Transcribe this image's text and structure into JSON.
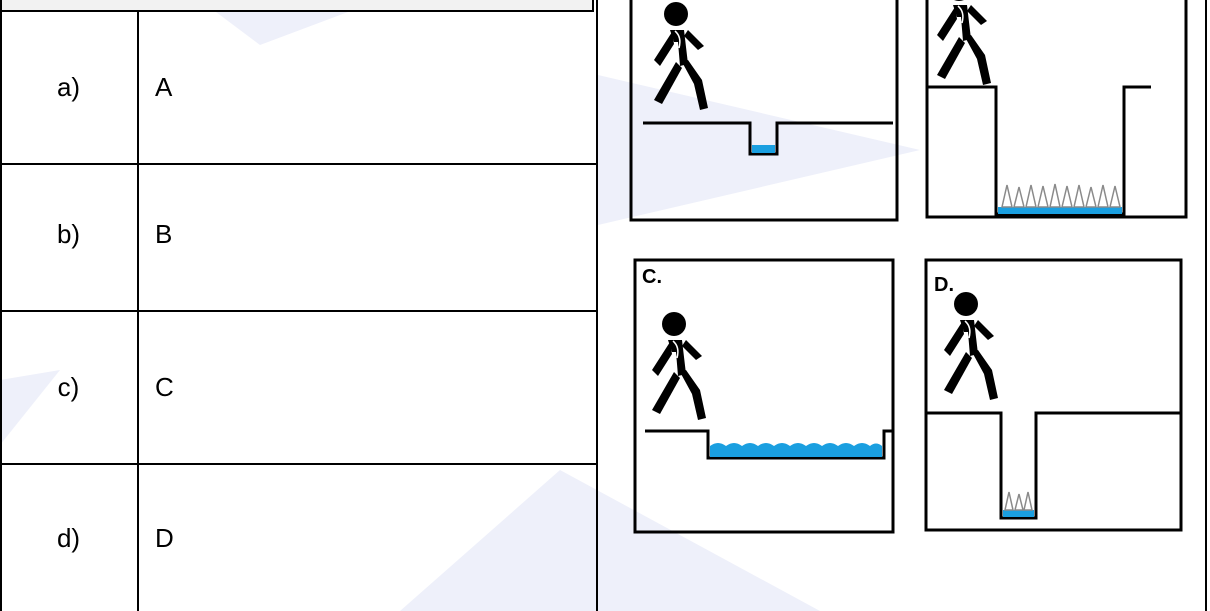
{
  "options": [
    {
      "letter": "a)",
      "answer": "A"
    },
    {
      "letter": "b)",
      "answer": "B"
    },
    {
      "letter": "c)",
      "answer": "C"
    },
    {
      "letter": "d)",
      "answer": "D"
    }
  ],
  "scenes": [
    {
      "id": "A",
      "label": ""
    },
    {
      "id": "B",
      "label": ""
    },
    {
      "id": "C",
      "label": "C."
    },
    {
      "id": "D",
      "label": "D."
    }
  ],
  "colors": {
    "water": "#1a9fe0",
    "watermark": "#eef0fa",
    "line": "#000000",
    "spike": "#8a8a8a"
  }
}
